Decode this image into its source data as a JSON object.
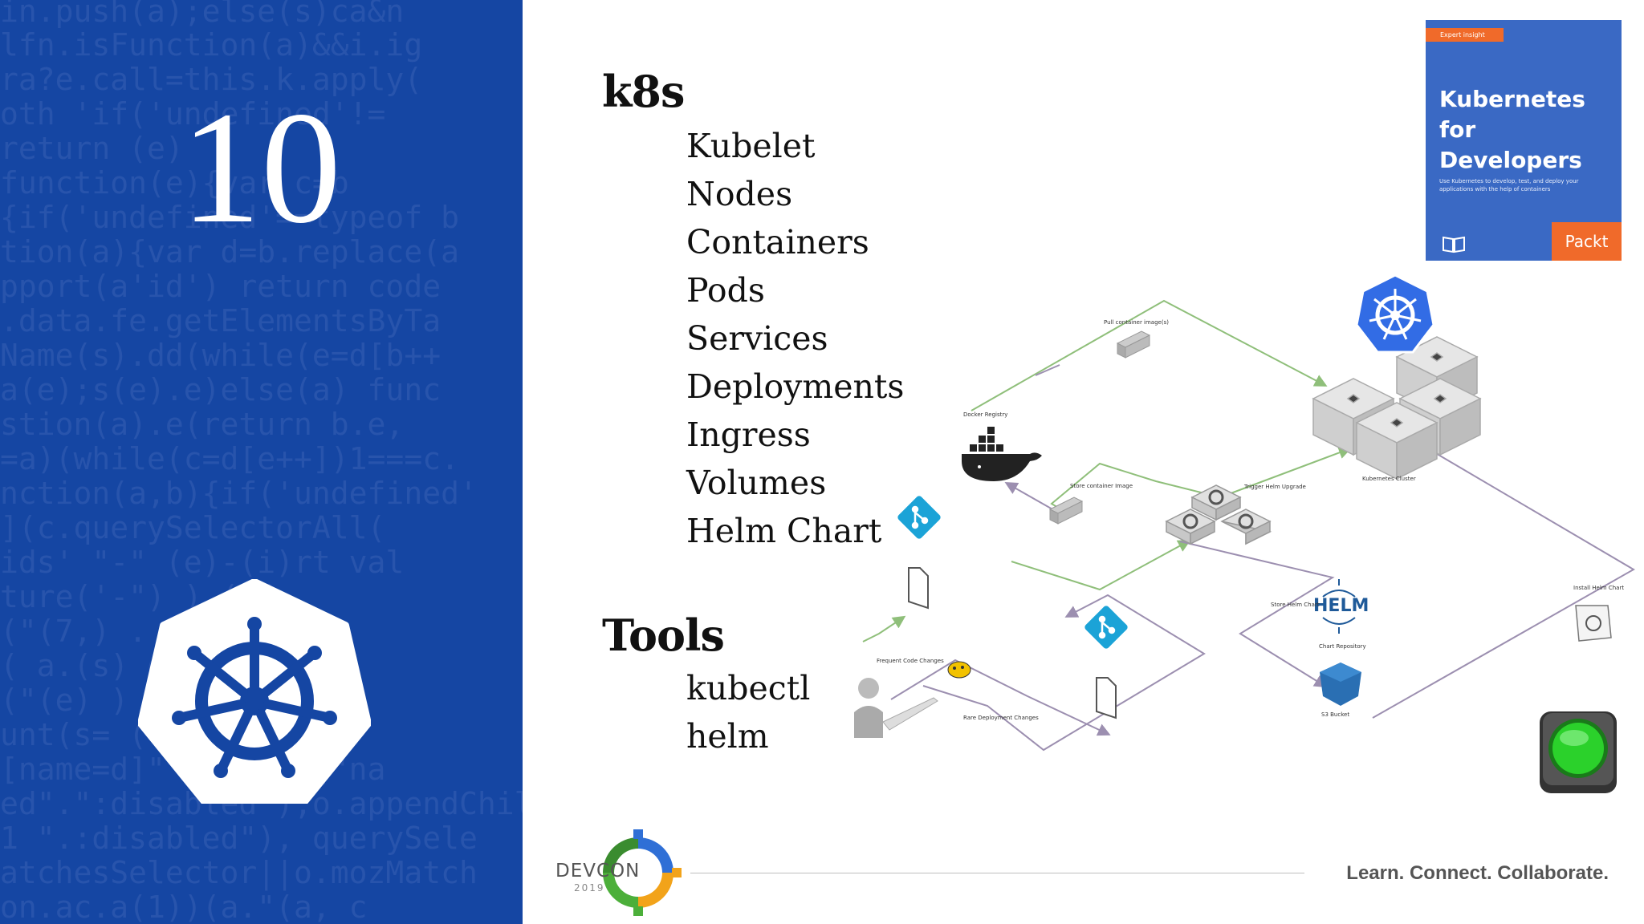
{
  "slide": {
    "number": "10",
    "sections": [
      {
        "heading": "k8s",
        "items": [
          "Kubelet",
          "Nodes",
          "Containers",
          "Pods",
          "Services",
          "Deployments",
          "Ingress",
          "Volumes",
          "Helm Chart"
        ]
      },
      {
        "heading": "Tools",
        "items": [
          "kubectl",
          "helm"
        ]
      }
    ]
  },
  "book": {
    "badge": "Expert insight",
    "title_line1": "Kubernetes",
    "title_line2": "for Developers",
    "subtitle": "Use Kubernetes to develop, test, and deploy your applications with the help of containers",
    "publisher": "Packt"
  },
  "diagram": {
    "labels": {
      "pull_image": "Pull container image(s)",
      "docker_registry": "Docker Registry",
      "store_image": "Store container Image",
      "trigger_helm": "Trigger Helm Upgrade",
      "k8s_cluster": "Kubernetes Cluster",
      "store_helm": "Store Helm Chart",
      "helm": "HELM",
      "chart_repo": "Chart Repository",
      "s3_bucket": "S3 Bucket",
      "install_helm": "Install Helm Chart",
      "frequent_changes": "Frequent Code Changes",
      "rare_changes": "Rare Deployment Changes"
    }
  },
  "footer": {
    "brand": "DEVCON",
    "year": "2019",
    "tagline": "Learn. Connect. Collaborate."
  },
  "colors": {
    "panel_blue": "#1546a3",
    "k8s_blue": "#326ce5",
    "git_cyan": "#1ba3d7",
    "arrow_green": "#8fbf7a",
    "arrow_purple": "#9c8fb0",
    "packt_orange": "#f06a2a",
    "status_green": "#2bd12b"
  }
}
